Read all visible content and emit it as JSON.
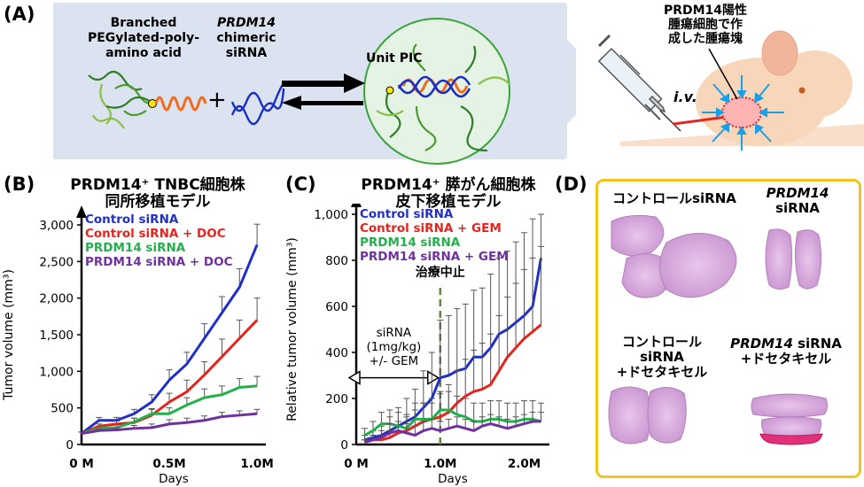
{
  "panelA": {
    "label": "(A)",
    "polymer_label": [
      "Branched",
      "PEGylated-poly-",
      "amino acid"
    ],
    "sirna_label_ital": "PRDM14",
    "sirna_label": [
      "chimeric",
      "siRNA"
    ],
    "plus": "+",
    "unit_pic": "Unit PIC",
    "tumor_label": [
      "PRDM14陽性",
      "腫瘍細胞で作",
      "成した腫瘍塊"
    ],
    "iv": "i.v.",
    "colors": {
      "bg": "#dbe3f0",
      "circle": "#e4f3e4",
      "circle_border": "#39a339",
      "helix_orange": "#f26c1c",
      "helix_blue": "#1a2fc4"
    }
  },
  "panelB": {
    "label": "(B)",
    "title": [
      "PRDM14⁺ TNBC細胞株",
      "同所移植モデル"
    ],
    "ylabel": "Tumor volume (mm³)",
    "xlabel": "Days"
  },
  "panelC": {
    "label": "(C)",
    "title": [
      "PRDM14⁺ 膵がん細胞株",
      "皮下移植モデル"
    ],
    "ylabel": "Relative tumor volume (mm³)",
    "xlabel": "Days",
    "stop_label": "治療中止",
    "bracket_label": [
      "siRNA",
      "(1mg/kg)",
      "+/- GEM"
    ]
  },
  "panelD": {
    "label": "(D)",
    "captions": {
      "top_left": "コントロールsiRNA",
      "top_right_ital": "PRDM14",
      "top_right": "siRNA",
      "bottom_left": [
        "コントロール",
        "siRNA",
        "+ドセタキセル"
      ],
      "bottom_right_ital": "PRDM14",
      "bottom_right": [
        " siRNA",
        "+ドセタキセル"
      ]
    },
    "border_color": "#f3c51c"
  },
  "chart_data": [
    {
      "type": "line",
      "title": "PRDM14⁺ TNBC細胞株 同所移植モデル",
      "xlabel": "Days",
      "ylabel": "Tumor volume (mm³)",
      "x": [
        0,
        0.1,
        0.2,
        0.3,
        0.4,
        0.5,
        0.6,
        0.7,
        0.8,
        0.9,
        1.0
      ],
      "xtick_labels": [
        "0 M",
        "0.5M",
        "1.0M"
      ],
      "xtick_values": [
        0,
        0.5,
        1.0
      ],
      "yticks": [
        "0",
        "500",
        "1,000",
        "1,500",
        "2,000",
        "2,500",
        "3,000"
      ],
      "ylim": [
        0,
        3000
      ],
      "xlim": [
        0,
        1.05
      ],
      "series": [
        {
          "name": "Control siRNA",
          "color": "#1f2fc8",
          "values": [
            150,
            330,
            330,
            420,
            580,
            880,
            1100,
            1450,
            1800,
            2150,
            2730
          ],
          "err": [
            20,
            40,
            40,
            60,
            100,
            140,
            160,
            200,
            220,
            250,
            280
          ]
        },
        {
          "name": "Control siRNA + DOC",
          "color": "#e8231e",
          "values": [
            150,
            250,
            280,
            300,
            400,
            580,
            720,
            950,
            1200,
            1450,
            1700
          ],
          "err": [
            20,
            30,
            40,
            60,
            80,
            120,
            160,
            180,
            240,
            250,
            300
          ]
        },
        {
          "name": "PRDM14 siRNA",
          "color": "#22b04b",
          "values": [
            150,
            220,
            230,
            310,
            420,
            420,
            540,
            640,
            680,
            780,
            800
          ],
          "err": [
            20,
            30,
            40,
            50,
            70,
            80,
            100,
            120,
            120,
            120,
            130
          ]
        },
        {
          "name": "PRDM14 siRNA + DOC",
          "color": "#7030a0",
          "values": [
            150,
            190,
            200,
            220,
            230,
            280,
            300,
            330,
            380,
            400,
            420
          ],
          "err": [
            20,
            20,
            30,
            40,
            50,
            60,
            60,
            60,
            60,
            60,
            60
          ]
        }
      ]
    },
    {
      "type": "line",
      "title": "PRDM14⁺ 膵がん細胞株 皮下移植モデル",
      "xlabel": "Days",
      "ylabel": "Relative tumor volume (mm³)",
      "x": [
        0.1,
        0.2,
        0.3,
        0.4,
        0.5,
        0.6,
        0.7,
        0.8,
        0.9,
        1.0,
        1.1,
        1.2,
        1.3,
        1.4,
        1.5,
        1.6,
        1.7,
        1.8,
        1.9,
        2.0,
        2.1,
        2.2
      ],
      "xtick_labels": [
        "0 M",
        "1.0M",
        "2.0M"
      ],
      "xtick_values": [
        0,
        1.0,
        2.0
      ],
      "yticks": [
        "0",
        "200",
        "400",
        "600",
        "800",
        "1,000"
      ],
      "ylim": [
        0,
        1000
      ],
      "xlim": [
        0,
        2.3
      ],
      "series": [
        {
          "name": "Control siRNA",
          "color": "#1f2fc8",
          "values": [
            20,
            30,
            40,
            60,
            80,
            100,
            120,
            160,
            200,
            290,
            300,
            320,
            330,
            380,
            380,
            420,
            480,
            500,
            530,
            560,
            600,
            810
          ],
          "err": [
            20,
            30,
            40,
            60,
            80,
            100,
            120,
            160,
            200,
            250,
            260,
            270,
            280,
            290,
            300,
            320,
            330,
            340,
            350,
            360,
            380,
            190
          ]
        },
        {
          "name": "Control siRNA + GEM",
          "color": "#e8231e",
          "values": [
            10,
            20,
            20,
            30,
            50,
            60,
            80,
            100,
            110,
            120,
            140,
            180,
            210,
            230,
            240,
            260,
            320,
            380,
            420,
            460,
            490,
            520
          ],
          "err": [
            10,
            20,
            20,
            30,
            50,
            60,
            70,
            80,
            90,
            100,
            120,
            140,
            160,
            180,
            200,
            220,
            240,
            260,
            280,
            300,
            320,
            340
          ]
        },
        {
          "name": "PRDM14 siRNA",
          "color": "#22b04b",
          "values": [
            40,
            60,
            90,
            90,
            80,
            70,
            110,
            110,
            110,
            150,
            150,
            130,
            120,
            100,
            100,
            110,
            110,
            100,
            100,
            110,
            110,
            100
          ],
          "err": [
            30,
            40,
            50,
            60,
            60,
            60,
            70,
            70,
            70,
            80,
            80,
            80,
            80,
            80,
            80,
            80,
            80,
            80,
            80,
            80,
            80,
            80
          ]
        },
        {
          "name": "PRDM14 siRNA + GEM",
          "color": "#7030a0",
          "values": [
            10,
            20,
            30,
            50,
            60,
            50,
            40,
            60,
            70,
            60,
            70,
            80,
            70,
            60,
            80,
            90,
            80,
            70,
            80,
            90,
            100,
            100
          ],
          "err": [
            10,
            20,
            30,
            40,
            40,
            40,
            40,
            40,
            40,
            40,
            40,
            40,
            40,
            40,
            40,
            40,
            40,
            40,
            40,
            40,
            40,
            40
          ]
        }
      ],
      "annotations": {
        "stop_x": 1.0,
        "bracket_x": [
          0,
          1.0
        ]
      }
    }
  ]
}
